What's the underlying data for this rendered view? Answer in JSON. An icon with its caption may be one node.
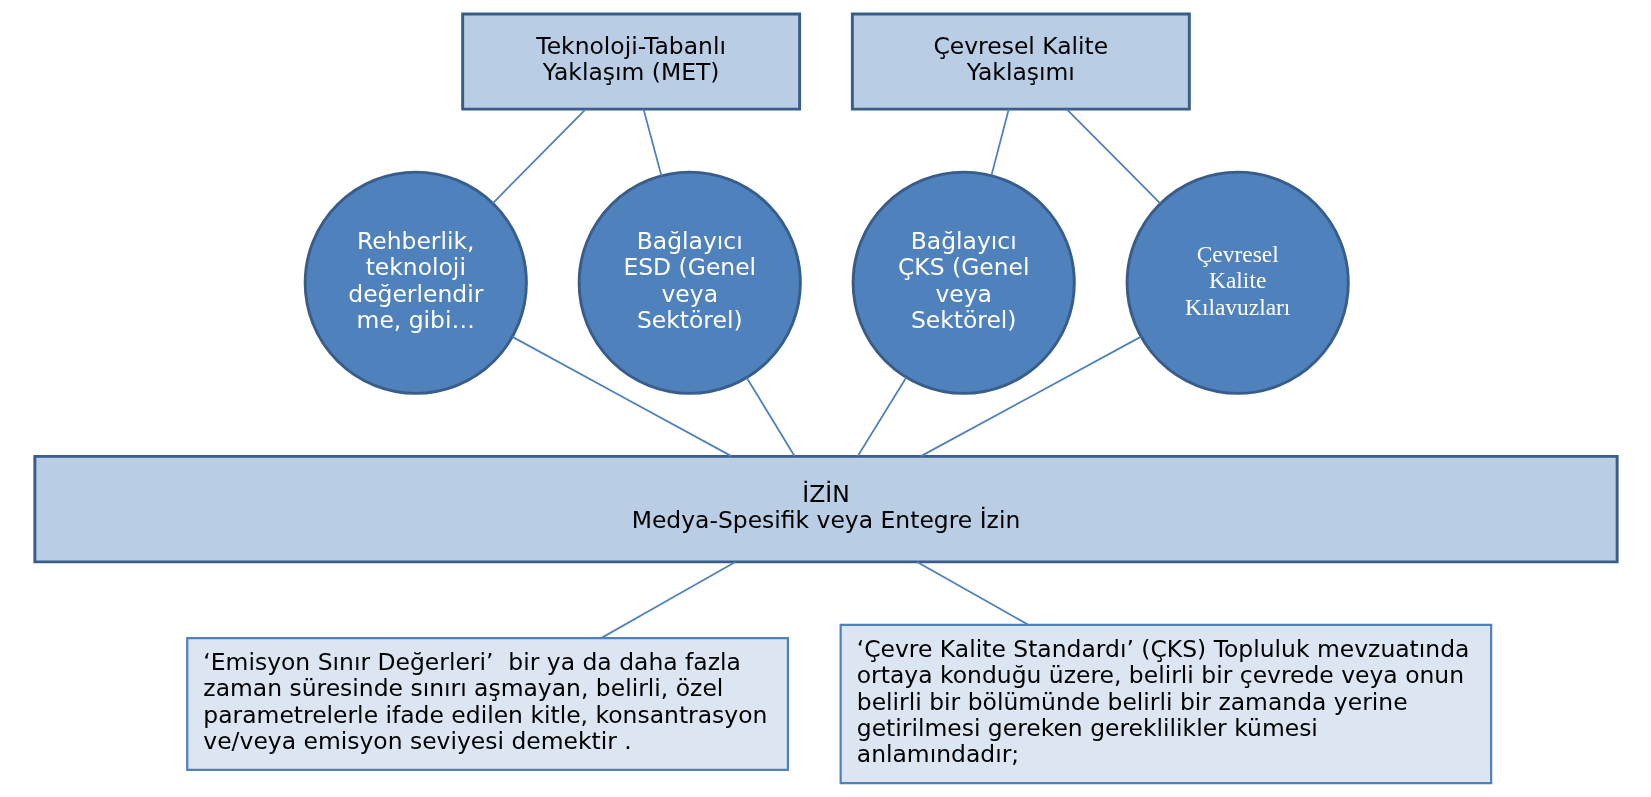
{
  "diagram": {
    "nodes": [
      {
        "text": [
          "Teknoloji-Tabanlı Yaklaşım (MET)"
        ]
      },
      {
        "text": [
          "Çevresel Kalite Yaklaşımı"
        ]
      },
      {
        "text": [
          "Rehberlik, teknoloji değerlendir me, gibi…"
        ]
      },
      {
        "text": [
          "Bağlayıcı ESD (Genel veya Sektörel)"
        ]
      },
      {
        "text": [
          "Bağlayıcı ÇKS (Genel veya Sektörel)"
        ]
      },
      {
        "text": [
          "Çevresel Kalite Kılavuzları"
        ]
      },
      {
        "text": [
          "İZİN",
          "Medya-Spesifik veya Entegre İzin"
        ]
      },
      {
        "text": [
          "‘Emisyon Sınır Değerleri’  bir ya da daha fazla zaman süresinde sınırı aşmayan, belirli, özel parametrelerle ifade edilen kitle, konsantrasyon ve/veya emisyon seviyesi demektir ."
        ]
      },
      {
        "text": [
          "‘Çevre Kalite Standardı’ (ÇKS) Topluluk mevzuatında ortaya konduğu üzere, belirli bir çevrede veya onun belirli bir bölümünde belirli bir zamanda yerine getirilmesi gereken gereklilikler kümesi anlamındadır;"
        ]
      }
    ],
    "edges": [
      {
        "from": 0,
        "to": 2,
        "arrow": "none"
      },
      {
        "from": 0,
        "to": 3,
        "arrow": "none"
      },
      {
        "from": 1,
        "to": 4,
        "arrow": "none"
      },
      {
        "from": 1,
        "to": 5,
        "arrow": "none"
      },
      {
        "from": 2,
        "to": 6,
        "arrow": "none"
      },
      {
        "from": 3,
        "to": 6,
        "arrow": "none"
      },
      {
        "from": 4,
        "to": 6,
        "arrow": "none"
      },
      {
        "from": 5,
        "to": 6,
        "arrow": "none"
      },
      {
        "from": 6,
        "to": 7,
        "arrow": "none"
      },
      {
        "from": 6,
        "to": 8,
        "arrow": "none"
      }
    ]
  }
}
